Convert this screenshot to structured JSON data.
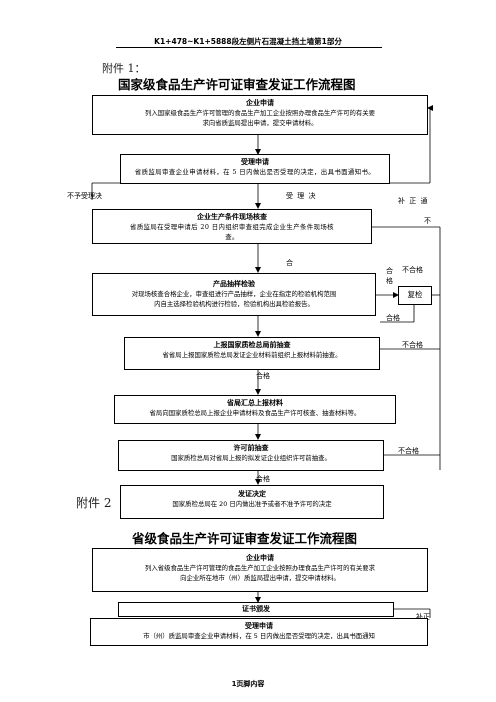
{
  "header": {
    "text": "K1+478~K1+5888段左侧片石混凝土挡土墙第1部分"
  },
  "footer": {
    "text": "1页脚内容"
  },
  "attachment1": {
    "label": "附件 1：",
    "title": "国家级食品生产许可证审查发证工作流程图",
    "boxes": {
      "apply": {
        "title": "企业申请",
        "desc": "列入国家级食品生产许可管理的食品生产加工企业按照办理食品生产许可的有关要",
        "desc2": "求向省质监局提出申请，提交申请材料。"
      },
      "accept": {
        "title": "受理申请",
        "desc": "省质监局审查企业申请材料，在 5 日内做出是否受理的决定，出具书面通知书。"
      },
      "inspect": {
        "title": "企业生产条件现场核查",
        "desc": "省质监局在受理申请后 20 日内组织审查组完成企业生产条件现场核",
        "desc2": "查。"
      },
      "sample": {
        "title": "产品抽样检验",
        "desc": "对现场核查合格企业，审查组进行产品抽样，企业在指定的检验机构范围",
        "desc2": "内自主选择检验机构进行检验，检验机构出具检验报告。"
      },
      "recheck": {
        "title": "复检"
      },
      "report": {
        "title": "上报国家质检总局前抽查",
        "desc": "省省局上报国家质检总局发证企业材料前组织上报材料前抽查。"
      },
      "summary": {
        "title": "省局汇总上报材料",
        "desc": "省局向国家质检总局上报企业申请材料及食品生产许可核查、抽查材料等。"
      },
      "precheck": {
        "title": "许可前抽查",
        "desc": "国家质检总局对省局上报的拟发证企业组织许可前抽查。"
      },
      "decision": {
        "title": "发证决定",
        "desc": "国家质检总局在 20 日内做出准予或者不准予许可的决定"
      }
    },
    "labels": {
      "reject": "不予受理决",
      "accept_decision": "受 理 决",
      "supplement": "补 正 通",
      "not1": "不",
      "pass1": "合",
      "pass_v": "合格",
      "fail_right": "不合格",
      "pass_recheck": "合格",
      "fail_report": "不合格",
      "pass_report": "合格",
      "fail_precheck": "不合格",
      "pass_precheck": "合格"
    }
  },
  "attachment2": {
    "label": "附件 2",
    "title": "省级食品生产许可证审查发证工作流程图",
    "boxes": {
      "apply": {
        "title": "企业申请",
        "desc": "列入省级食品生产许可管理的食品生产加工企业按照办理食品生产许可的有关要求",
        "desc2": "向企业所在地市（州）质监局提出申请，提交申请材料。"
      },
      "issue": {
        "title": "证书颁发"
      },
      "accept": {
        "title": "受理申请",
        "desc": "市（州）质监局审查企业申请材料，在 5 日内做出是否受理的决定，出具书面通知"
      }
    },
    "labels": {
      "correction": "补正"
    }
  }
}
